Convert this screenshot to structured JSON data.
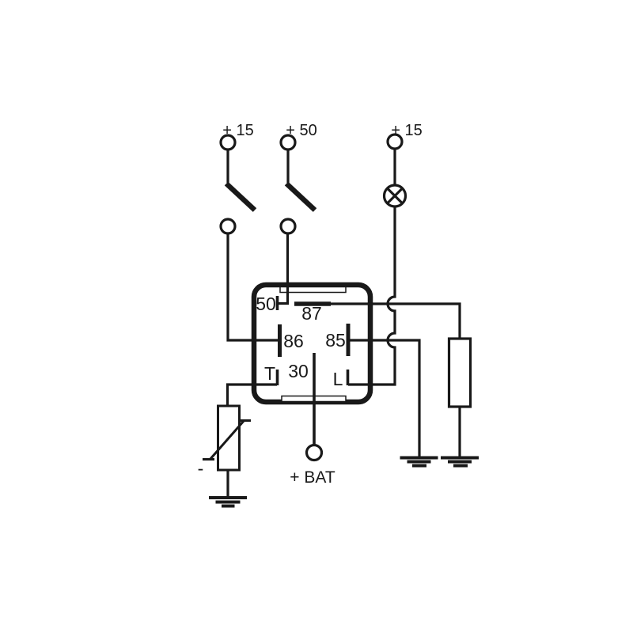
{
  "diagram": {
    "kind": "relay-wiring-schematic",
    "background_color": "#ffffff",
    "line_color": "#191919",
    "terminals": [
      {
        "name": "supply-left",
        "label": "+ 15"
      },
      {
        "name": "supply-mid",
        "label": "+ 50"
      },
      {
        "name": "supply-right",
        "label": "+ 15"
      },
      {
        "name": "battery",
        "label": "+ BAT"
      }
    ],
    "relay": {
      "pins": [
        "50",
        "87",
        "86",
        "85",
        "T",
        "30",
        "L"
      ]
    },
    "sensor": {
      "polarity_mark": "-"
    },
    "symbols": [
      "open-switch",
      "open-switch",
      "lamp",
      "relay-box",
      "variable-resistor-sensor",
      "resistor",
      "ground",
      "ground",
      "ground"
    ]
  }
}
